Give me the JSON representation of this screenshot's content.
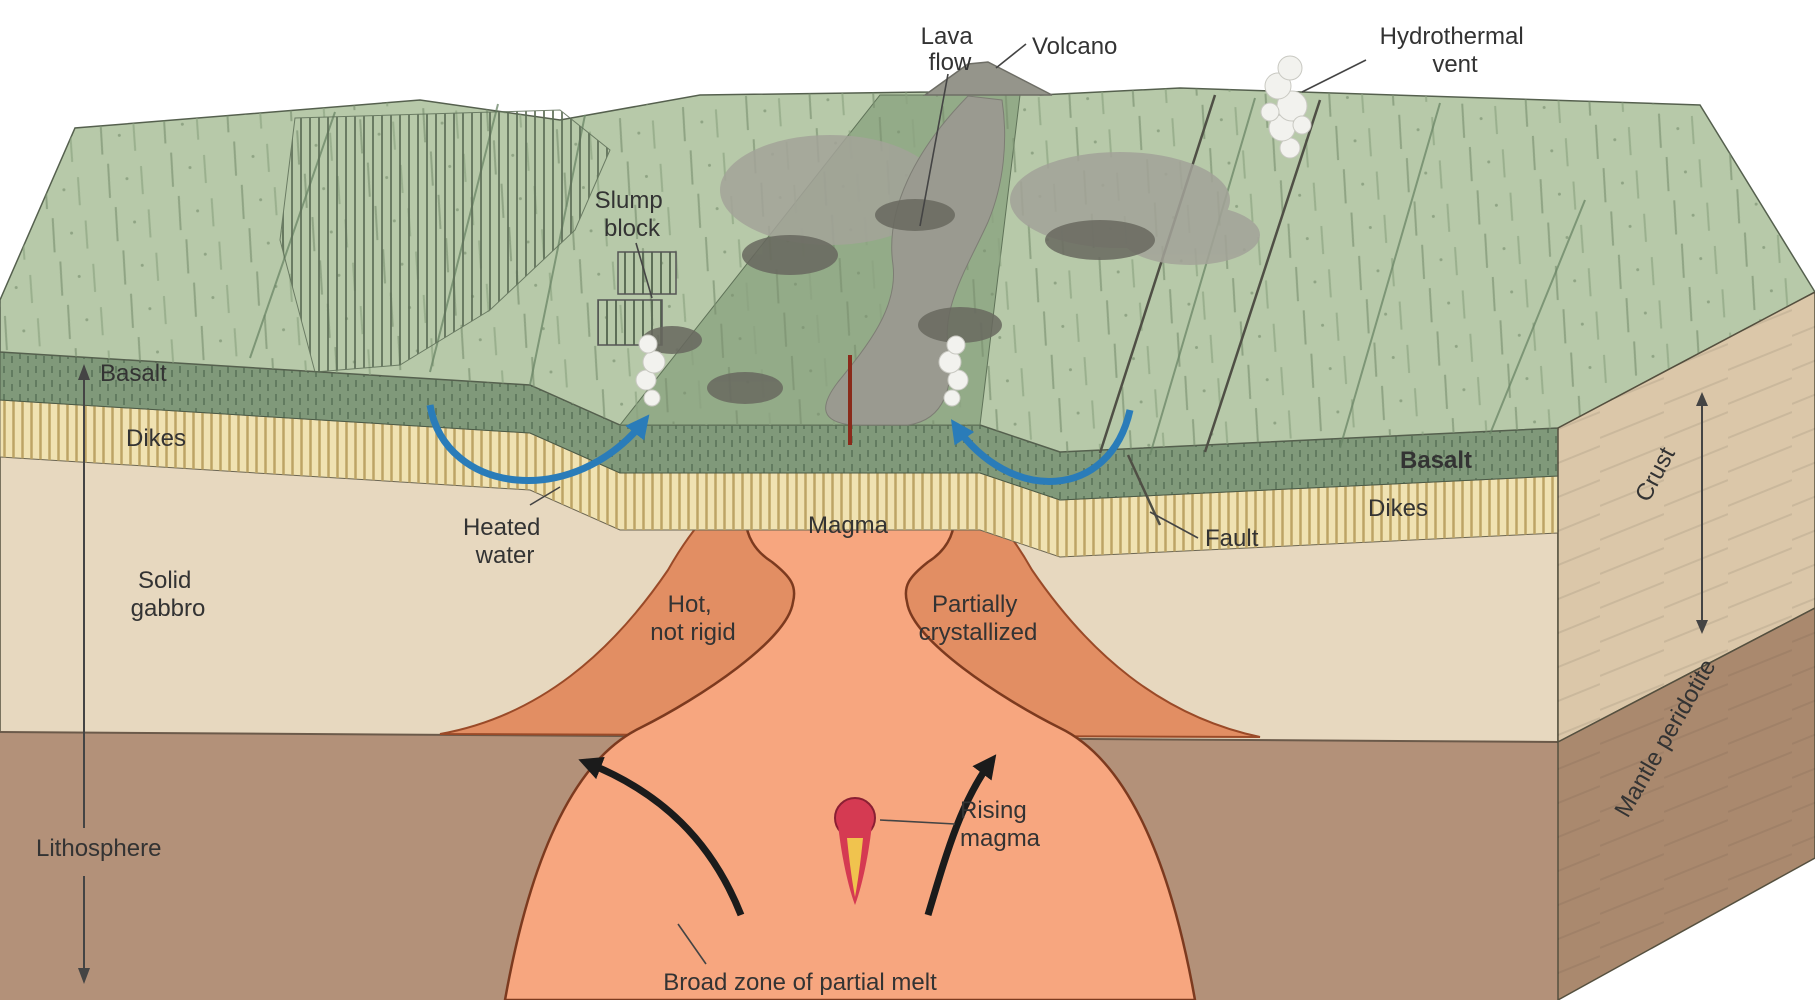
{
  "diagram": {
    "type": "geology-block-diagram-mid-ocean-ridge",
    "labels": {
      "lava_flow": [
        "Lava",
        "flow"
      ],
      "volcano": "Volcano",
      "hydrothermal_vent": [
        "Hydrothermal",
        "vent"
      ],
      "slump_block": [
        "Slump",
        "block"
      ],
      "basalt_left": "Basalt",
      "dikes_left": "Dikes",
      "heated_water": [
        "Heated",
        "water"
      ],
      "magma": "Magma",
      "solid_gabbro": [
        "Solid",
        "gabbro"
      ],
      "hot_not_rigid": [
        "Hot,",
        "not rigid"
      ],
      "partially_crystallized": [
        "Partially",
        "crystallized"
      ],
      "fault": "Fault",
      "basalt_right": "Basalt",
      "dikes_right": "Dikes",
      "crust": "Crust",
      "mantle_peridotite": "Mantle peridotite",
      "lithosphere": "Lithosphere",
      "rising_magma": [
        "Rising",
        "magma"
      ],
      "broad_zone": "Broad zone of partial melt"
    }
  },
  "colors": {
    "background": "#ffffff",
    "seafloor_green": "#b7c9a9",
    "rift_green": "#93ab88",
    "basalt_band": "#80997a",
    "dikes_band": "#f0e2b2",
    "gabbro": "#e7d8bf",
    "mantle": "#b39179",
    "side_crust": "#dbc7a9",
    "side_mantle": "#aa896e",
    "hot_zone": "#e28e63",
    "magma_plume": "#f7a67f",
    "magma_red": "#d53a52",
    "magma_yellow": "#f0c34e",
    "lava_gray": "#9a9a90",
    "lava_dark": "#68685f",
    "smoke_white": "#f2f2ee",
    "water_blue": "#2a7cb9",
    "arrow_black": "#1b1b1b",
    "outline": "#7c3a1f",
    "label_text": "#333333"
  }
}
